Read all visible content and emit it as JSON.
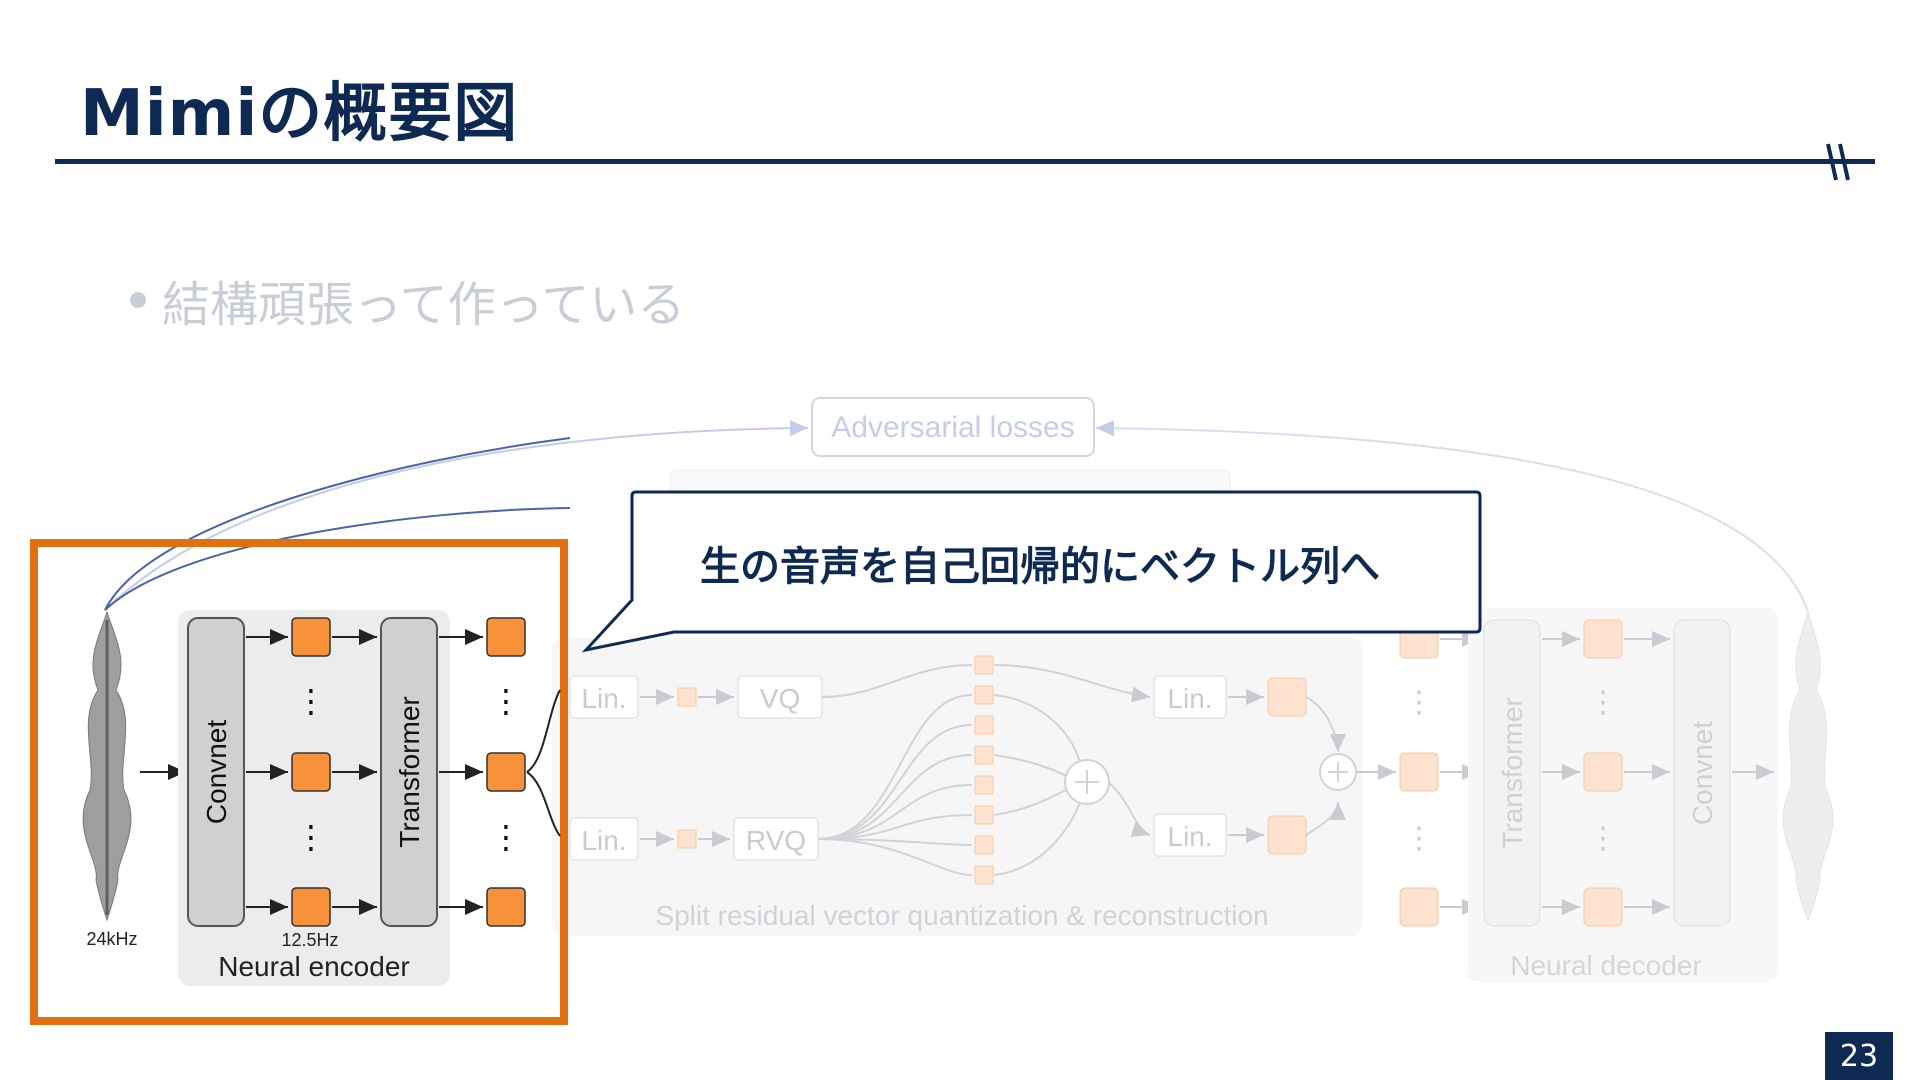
{
  "slide": {
    "title": "Mimiの概要図",
    "bullet": "結構頑張って作っている",
    "callout": "生の音声を自己回帰的にベクトル列へ",
    "page_number": "23"
  },
  "diagram": {
    "adversarial": "Adversarial losses",
    "encoder": {
      "convnet": "Convnet",
      "transformer": "Transformer",
      "caption": "Neural encoder",
      "rate_in": "24kHz",
      "rate_latent": "12.5Hz"
    },
    "quantizer": {
      "lin": "Lin.",
      "vq": "VQ",
      "rvq": "RVQ",
      "caption": "Split residual vector quantization & reconstruction"
    },
    "decoder": {
      "transformer": "Transformer",
      "convnet": "Convnet",
      "caption": "Neural decoder"
    }
  },
  "colors": {
    "navy": "#0f2a52",
    "highlight": "#e07010",
    "token": "#f7923a",
    "faded": "#c8ccd2"
  }
}
